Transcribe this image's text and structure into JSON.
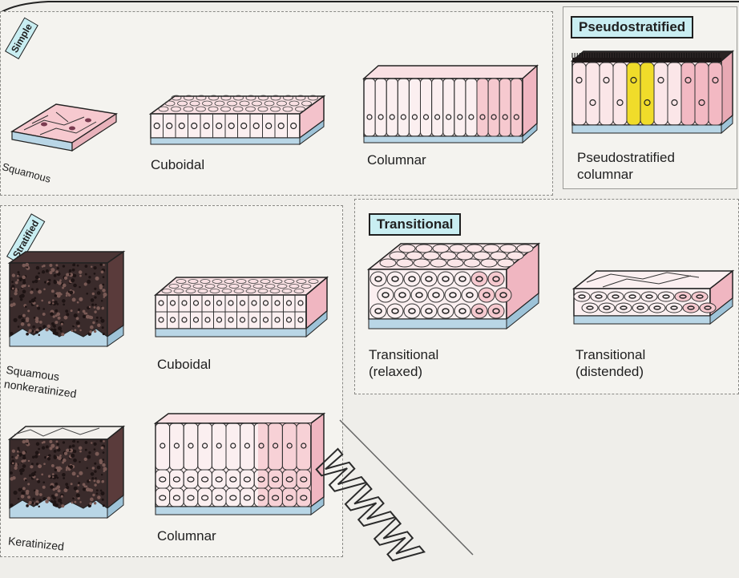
{
  "groups": {
    "simple": "Simple",
    "pseudostratified": "Pseudostratified",
    "stratified": "Stratified",
    "transitional": "Transitional"
  },
  "labels": {
    "simple_squamous": "Squamous",
    "simple_cuboidal": "Cuboidal",
    "simple_columnar": "Columnar",
    "pseudo_columnar": "Pseudostratified\ncolumnar",
    "strat_squamous_nonker": "Squamous\nnonkeratinized",
    "strat_cuboidal": "Cuboidal",
    "strat_keratinized": "Keratinized",
    "strat_columnar": "Columnar",
    "trans_relaxed": "Transitional\n(relaxed)",
    "trans_distended": "Transitional\n(distended)"
  },
  "watermark": "www",
  "colors": {
    "cell_pink": "#f6c9cf",
    "cell_light": "#fbe3e5",
    "basement_blue": "#b9d6e6",
    "tag_fill": "#c9eef2",
    "goblet_yellow": "#f0dc2a",
    "dark_tissue": "#3a2b2b"
  }
}
